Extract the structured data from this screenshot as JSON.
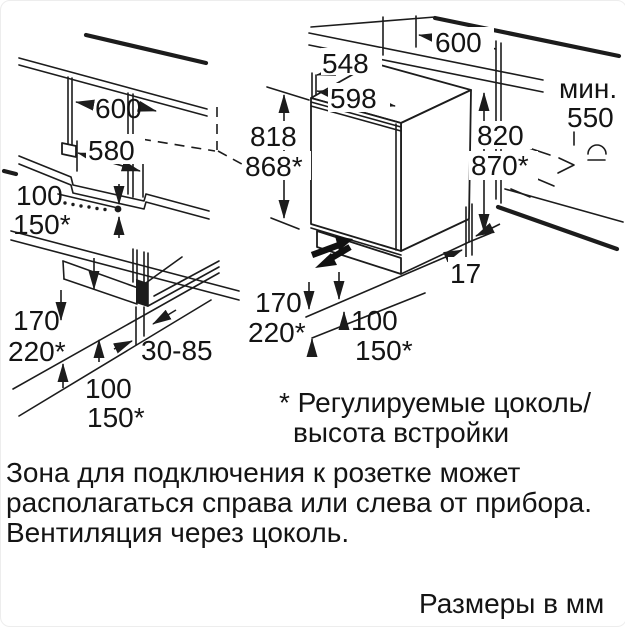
{
  "left_view": {
    "niche_width": "600",
    "niche_depth": "580",
    "plinth_height": "100",
    "plinth_height_adjustable": "150*"
  },
  "main_view": {
    "appliance_depth": "548",
    "appliance_width": "598",
    "niche_width": "600",
    "min_label": "мин.",
    "min_worktop_depth": "550",
    "appliance_height": "818",
    "appliance_height_adjustable": "868*",
    "niche_height": "820",
    "niche_height_adjustable": "870*",
    "rear_gap": "17",
    "plinth_front_height": "170",
    "plinth_front_height_adjustable": "220*",
    "plinth_height": "100",
    "plinth_height_adjustable": "150*"
  },
  "plinth_detail": {
    "front_height": "170",
    "front_height_adjustable": "220*",
    "recess_depth_range": "30-85",
    "height": "100",
    "height_adjustable": "150*"
  },
  "footnote": {
    "line1": "* Регулируемые цоколь/",
    "line2": "высота встройки"
  },
  "note": {
    "line1": "Зона для подключения к розетке может",
    "line2": "располагаться справа или слева от прибора.",
    "line3": "Вентиляция через цоколь."
  },
  "units_note": "Размеры в мм"
}
